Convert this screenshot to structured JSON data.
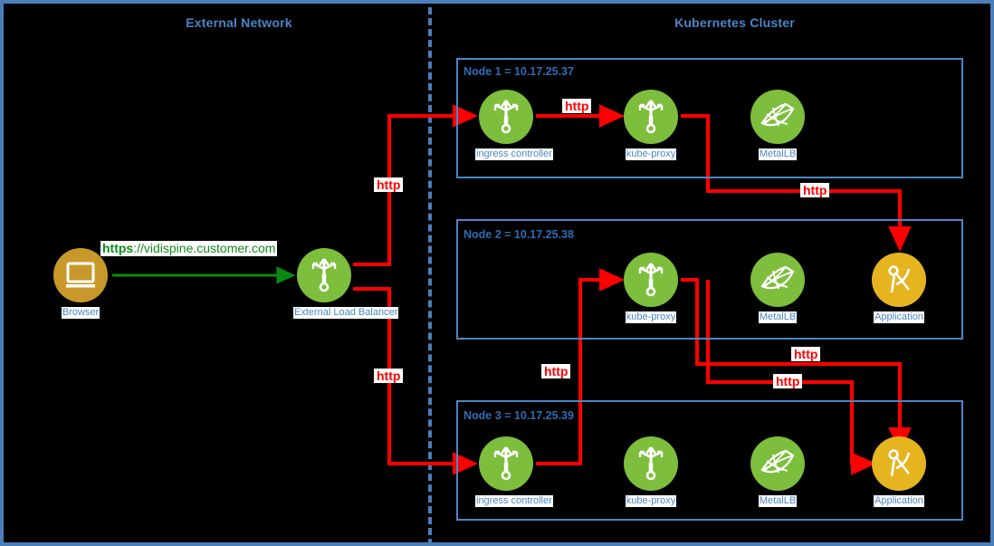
{
  "zones": {
    "external": {
      "title": "External Network"
    },
    "cluster": {
      "title": "Kubernetes Cluster"
    }
  },
  "external_network": {
    "browser": {
      "label": "Browser",
      "icon": "browser-monitor-icon",
      "color": "#c8982b"
    },
    "load_balancer": {
      "label": "External Load Balancer",
      "icon": "load-balancer-icon",
      "color": "#7dbe3c"
    },
    "url": {
      "scheme": "https",
      "rest": "://vidispine.customer.com",
      "color": "#0a8a14"
    }
  },
  "nodes": [
    {
      "label": "Node 1 = 10.17.25.37",
      "components": [
        {
          "label": "ingress controller",
          "icon": "load-balancer-icon",
          "color": "#7dbe3c"
        },
        {
          "label": "kube-proxy",
          "icon": "load-balancer-icon",
          "color": "#7dbe3c"
        },
        {
          "label": "MetalLB",
          "icon": "mesh-net-icon",
          "color": "#7dbe3c"
        }
      ]
    },
    {
      "label": "Node 2 = 10.17.25.38",
      "components": [
        {
          "label": "kube-proxy",
          "icon": "load-balancer-icon",
          "color": "#7dbe3c"
        },
        {
          "label": "MetalLB",
          "icon": "mesh-net-icon",
          "color": "#7dbe3c"
        },
        {
          "label": "Application",
          "icon": "compass-icon",
          "color": "#e5b41f"
        }
      ]
    },
    {
      "label": "Node 3 = 10.17.25.39",
      "components": [
        {
          "label": "ingress controller",
          "icon": "load-balancer-icon",
          "color": "#7dbe3c"
        },
        {
          "label": "kube-proxy",
          "icon": "load-balancer-icon",
          "color": "#7dbe3c"
        },
        {
          "label": "MetalLB",
          "icon": "mesh-net-icon",
          "color": "#7dbe3c"
        },
        {
          "label": "Application",
          "icon": "compass-icon",
          "color": "#e5b41f"
        }
      ]
    }
  ],
  "flow_labels": {
    "lb_to_node1": "http",
    "node1_ingress_to_proxy": "http",
    "node1_proxy_to_app2": "http",
    "lb_to_node3": "http",
    "node3_ingress_to_proxy2": "http",
    "node2_proxy_to_app3": "http",
    "node2_proxy_to_app3_b": "http"
  },
  "colors": {
    "frame": "#4a7ebb",
    "zone_title": "#4a86c8",
    "flow_red": "#ff0000",
    "flow_green": "#0a8a14",
    "green_node": "#7dbe3c",
    "yellow_app": "#e5b41f",
    "gold_browser": "#c8982b",
    "background": "#000000"
  }
}
